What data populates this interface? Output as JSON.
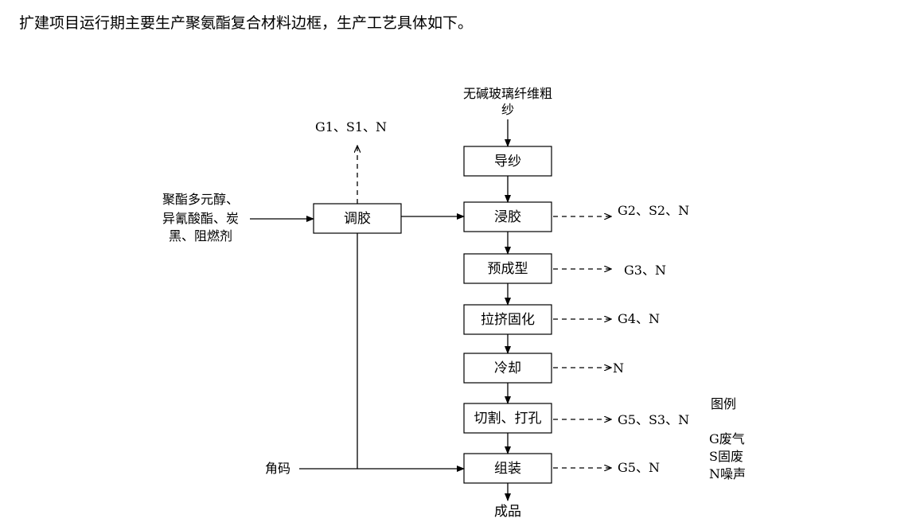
{
  "intro_text": "扩建项目运行期主要生产聚氨酯复合材料边框，生产工艺具体如下。",
  "inputs": {
    "glass_fiber_line1": "无碱玻璃纤维粗",
    "glass_fiber_line2": "纱",
    "resin_line1": "聚酯多元醇、",
    "resin_line2": "异氰酸酯、炭",
    "resin_line3": "黑、阻燃剂",
    "corner_code": "角码"
  },
  "nodes": {
    "mixing": "调胶",
    "yarn_guide": "导纱",
    "impregnation": "浸胶",
    "preforming": "预成型",
    "pultrusion": "拉挤固化",
    "cooling": "冷却",
    "cutting": "切割、打孔",
    "assembly": "组装",
    "product": "成品"
  },
  "emissions": {
    "mixing": "G1、S1、N",
    "impregnation": "G2、S2、N",
    "preforming": "G3、N",
    "pultrusion": "G4、N",
    "cooling": "N",
    "cutting": "G5、S3、N",
    "assembly": "G5、N"
  },
  "legend": {
    "title": "图例",
    "gas": "G废气",
    "solid": "S固废",
    "noise": "N噪声"
  }
}
